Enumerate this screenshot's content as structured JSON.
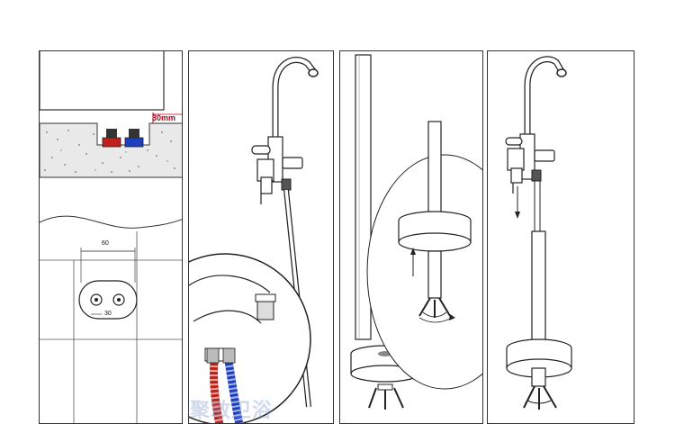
{
  "labels": {
    "wall_gap": "30mm",
    "hole_spacing": "60",
    "hole_diameter": "30"
  },
  "watermark": "聚敢卫浴",
  "colors": {
    "hot": "#c0201a",
    "cold": "#1d3fbf",
    "dimension_accent": "#b5001a",
    "line": "#222222"
  },
  "panels": [
    {
      "step": 1,
      "content": "wall-cutout-with-hot-cold-pipes"
    },
    {
      "step": 2,
      "content": "faucet-with-hoses-and-zoom"
    },
    {
      "step": 3,
      "content": "pipe-with-floor-flange"
    },
    {
      "step": 4,
      "content": "assembled-floor-standing-faucet"
    }
  ]
}
